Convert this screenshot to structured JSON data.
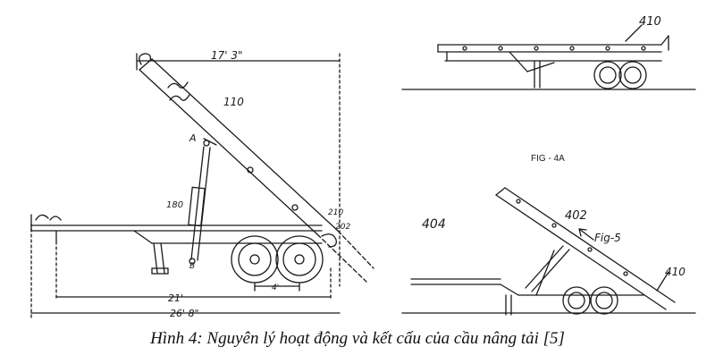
{
  "left_drawing": {
    "dim_top": "17' 3\"",
    "ref_boom": "110",
    "point_a": "A",
    "point_b": "B",
    "ref_cylinder": "180",
    "ref_hook_1": "210",
    "ref_hook_2": "202",
    "dim_axle": "4'",
    "dim_mid": "21'",
    "dim_total": "26' 8\""
  },
  "right_top_drawing": {
    "ref_bed": "410",
    "fig_label": "FIG - 4A"
  },
  "right_bottom_drawing": {
    "ref_404": "404",
    "ref_402": "402",
    "ref_fig5": "Fig-5",
    "ref_410": "410"
  },
  "caption": "Hình 4: Nguyên lý hoạt động và kết cấu của cầu nâng tải [5]"
}
